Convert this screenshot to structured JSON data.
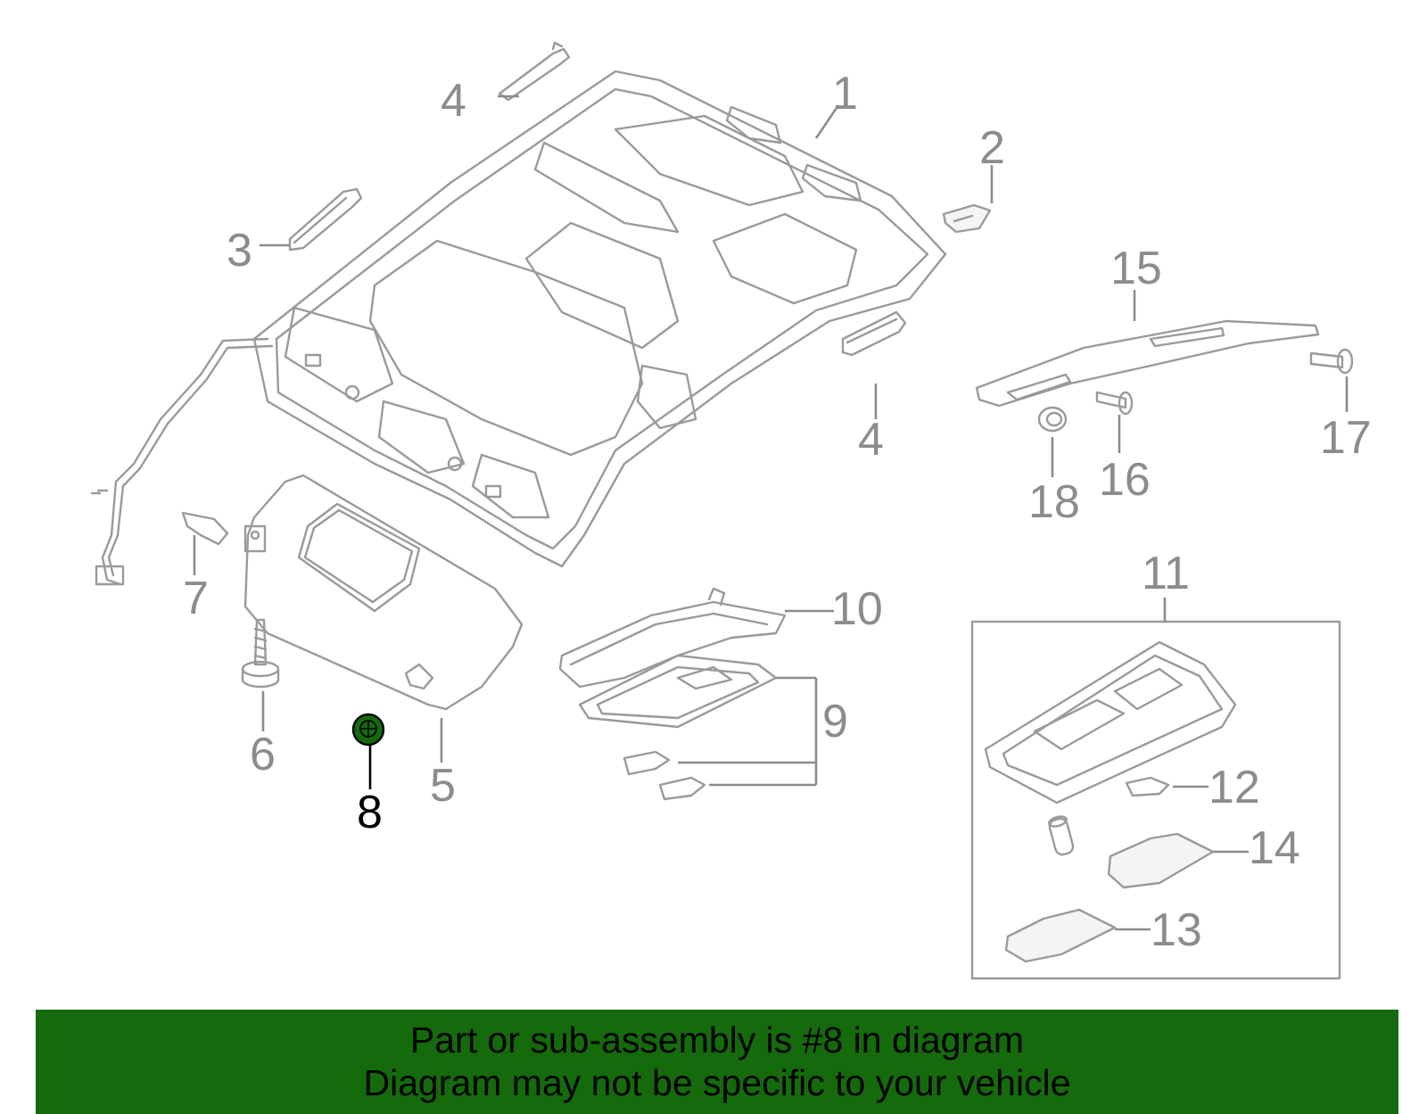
{
  "callouts": {
    "c1": "1",
    "c2": "2",
    "c3": "3",
    "c4a": "4",
    "c4b": "4",
    "c5": "5",
    "c6": "6",
    "c7": "7",
    "c8": "8",
    "c9": "9",
    "c10": "10",
    "c11": "11",
    "c12": "12",
    "c13": "13",
    "c14": "14",
    "c15": "15",
    "c16": "16",
    "c17": "17",
    "c18": "18"
  },
  "highlight": {
    "part": "8",
    "color": "#156a0c"
  },
  "banner": {
    "line1": "Part or sub-assembly is #8 in diagram",
    "line2": "Diagram may not be specific to your vehicle",
    "color": "#156a0c"
  }
}
